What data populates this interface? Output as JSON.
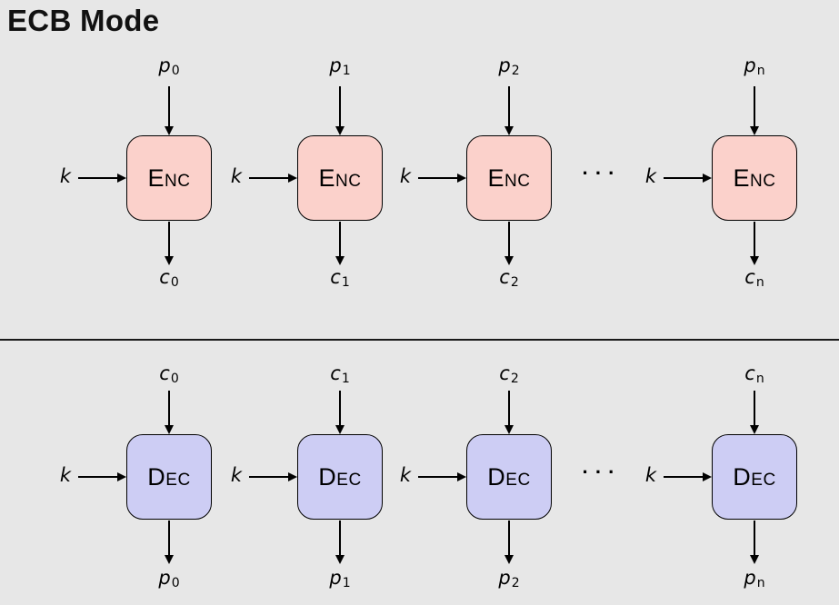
{
  "title": "ECB Mode",
  "colors": {
    "background": "#e7e7e7",
    "enc_box_fill": "#fbd1cb",
    "dec_box_fill": "#cdcdf4",
    "stroke": "#000000"
  },
  "encryption": {
    "box_label": "Enc",
    "ellipsis": "···",
    "units": [
      {
        "key_label": "k",
        "input_base": "p",
        "input_sub": "0",
        "output_base": "c",
        "output_sub": "0"
      },
      {
        "key_label": "k",
        "input_base": "p",
        "input_sub": "1",
        "output_base": "c",
        "output_sub": "1"
      },
      {
        "key_label": "k",
        "input_base": "p",
        "input_sub": "2",
        "output_base": "c",
        "output_sub": "2"
      },
      {
        "key_label": "k",
        "input_base": "p",
        "input_sub": "n",
        "output_base": "c",
        "output_sub": "n"
      }
    ]
  },
  "decryption": {
    "box_label": "Dec",
    "ellipsis": "···",
    "units": [
      {
        "key_label": "k",
        "input_base": "c",
        "input_sub": "0",
        "output_base": "p",
        "output_sub": "0"
      },
      {
        "key_label": "k",
        "input_base": "c",
        "input_sub": "1",
        "output_base": "p",
        "output_sub": "1"
      },
      {
        "key_label": "k",
        "input_base": "c",
        "input_sub": "2",
        "output_base": "p",
        "output_sub": "2"
      },
      {
        "key_label": "k",
        "input_base": "c",
        "input_sub": "n",
        "output_base": "p",
        "output_sub": "n"
      }
    ]
  }
}
